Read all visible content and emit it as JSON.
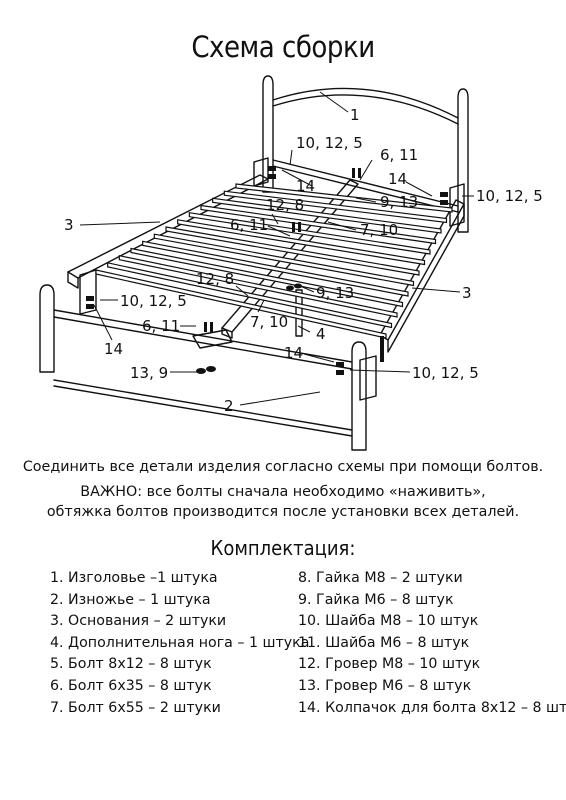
{
  "title": "Схема сборки",
  "labels": [
    {
      "id": "l1",
      "text": "1"
    },
    {
      "id": "l2",
      "text": "10, 12, 5"
    },
    {
      "id": "l3",
      "text": "6, 11"
    },
    {
      "id": "l4",
      "text": "14"
    },
    {
      "id": "l5",
      "text": "14"
    },
    {
      "id": "l6",
      "text": "10, 12, 5"
    },
    {
      "id": "l7",
      "text": "9, 13"
    },
    {
      "id": "l8",
      "text": "3"
    },
    {
      "id": "l9",
      "text": "12, 8"
    },
    {
      "id": "l10",
      "text": "6, 11"
    },
    {
      "id": "l11",
      "text": "7, 10"
    },
    {
      "id": "l12",
      "text": "12, 8"
    },
    {
      "id": "l13",
      "text": "9, 13"
    },
    {
      "id": "l14",
      "text": "3"
    },
    {
      "id": "l15",
      "text": "10, 12, 5"
    },
    {
      "id": "l16",
      "text": "14"
    },
    {
      "id": "l17",
      "text": "6, 11"
    },
    {
      "id": "l18",
      "text": "7, 10"
    },
    {
      "id": "l19",
      "text": "4"
    },
    {
      "id": "l20",
      "text": "14"
    },
    {
      "id": "l21",
      "text": "10, 12, 5"
    },
    {
      "id": "l22",
      "text": "13, 9"
    },
    {
      "id": "l23",
      "text": "2"
    }
  ],
  "instructions": {
    "line1": "Соединить все детали изделия согласно схемы при помощи болтов.",
    "line2": "ВАЖНО: все болты сначала необходимо «наживить»,",
    "line3": "обтяжка болтов производится после установки всех деталей."
  },
  "kit": {
    "title": "Комплектация:",
    "left": [
      "1. Изголовье –1 штука",
      "2. Изножье – 1 штука",
      "3. Основания – 2 штуки",
      "4. Дополнительная нога – 1 штука",
      "5. Болт 8х12 – 8 штук",
      "6. Болт 6х35 – 8 штук",
      "7. Болт 6х55 – 2 штуки"
    ],
    "right": [
      "8. Гайка М8 – 2 штуки",
      "9. Гайка М6 – 8 штук",
      "10. Шайба М8 – 10 штук",
      "11. Шайба М6 – 8 штук",
      "12. Гровер М8 – 10 штук",
      "13. Гровер М6 – 8 штук",
      "14. Колпачок для болта 8х12 – 8 шт"
    ]
  }
}
